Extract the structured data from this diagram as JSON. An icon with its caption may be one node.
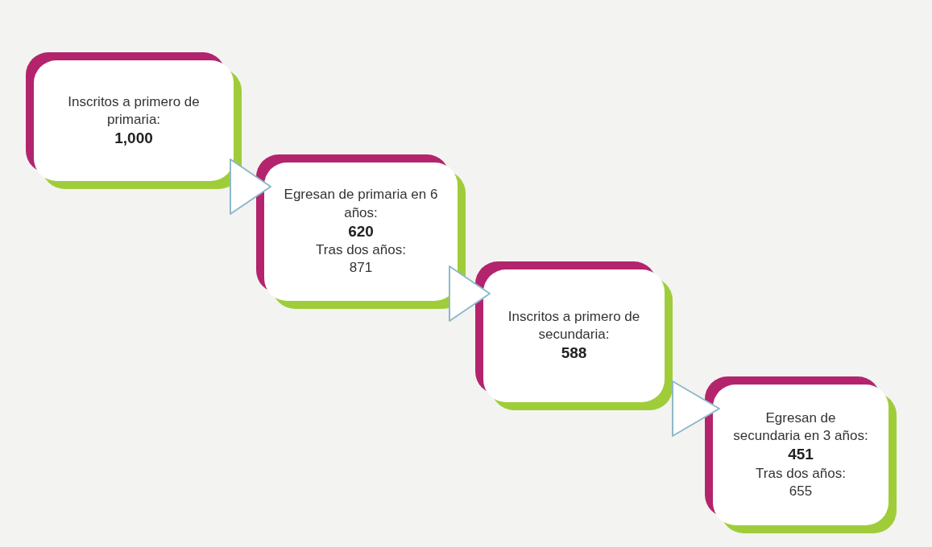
{
  "diagram": {
    "nodes": [
      {
        "text": [
          "Inscritos a primero de primaria:",
          "1,000"
        ]
      },
      {
        "text": [
          "Egresan de primaria en 6 años:",
          "620",
          "Tras dos años:",
          "871"
        ]
      },
      {
        "text": [
          "Inscritos a primero de secundaria:",
          "588"
        ]
      },
      {
        "text": [
          "Egresan de secundaria en 3 años:",
          "451",
          "Tras dos años:",
          "655"
        ]
      }
    ],
    "edges": [
      {
        "from": 0,
        "to": 1,
        "arrow": "to"
      },
      {
        "from": 1,
        "to": 2,
        "arrow": "to"
      },
      {
        "from": 2,
        "to": 3,
        "arrow": "to"
      }
    ]
  }
}
